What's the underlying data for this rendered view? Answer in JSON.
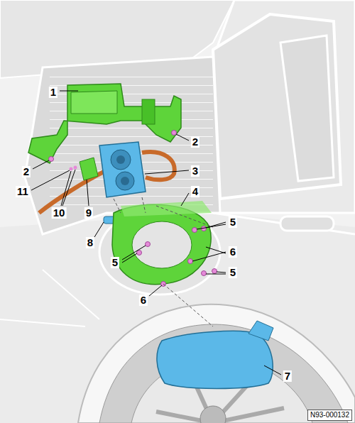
{
  "diagram": {
    "labels": [
      "1",
      "2",
      "2",
      "3",
      "11",
      "10",
      "9",
      "4",
      "5",
      "8",
      "6",
      "5",
      "5",
      "6",
      "7",
      "N93-000132"
    ]
  }
}
